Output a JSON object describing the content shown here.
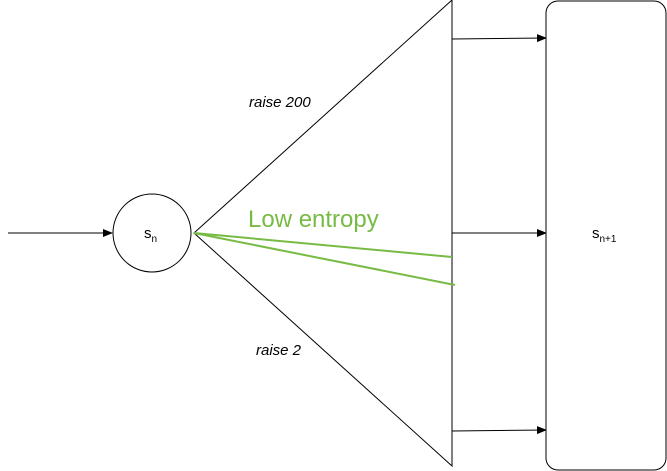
{
  "nodes": {
    "current": {
      "label": "s",
      "subscript": "n"
    },
    "next": {
      "label": "s",
      "subscript": "n+1"
    }
  },
  "edges": {
    "upper_label": "raise 200",
    "lower_label": "raise 2"
  },
  "annotation": {
    "label": "Low entropy",
    "color": "#77bb44"
  },
  "colors": {
    "stroke": "#000000",
    "highlight": "#77bb44"
  }
}
